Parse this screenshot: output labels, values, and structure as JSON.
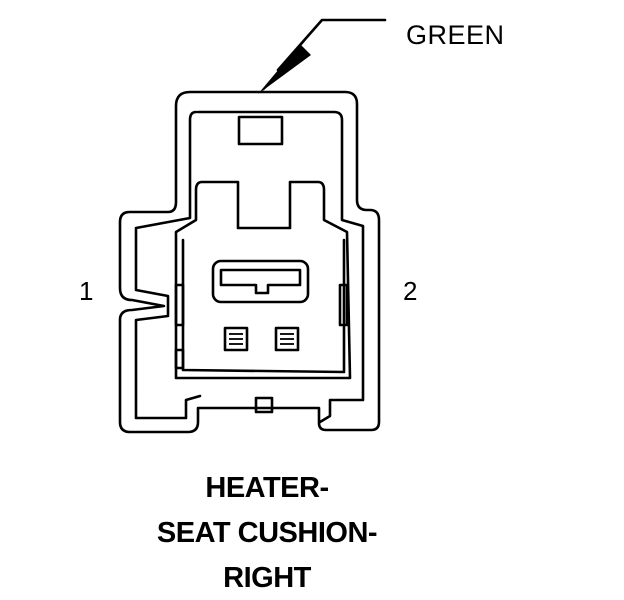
{
  "wire_color_label": "GREEN",
  "pins": [
    {
      "label": "1"
    },
    {
      "label": "2"
    }
  ],
  "connector_title": {
    "line1": "HEATER-",
    "line2": "SEAT CUSHION-",
    "line3": "RIGHT"
  },
  "colors": {
    "line": "#000000",
    "background": "#ffffff"
  }
}
